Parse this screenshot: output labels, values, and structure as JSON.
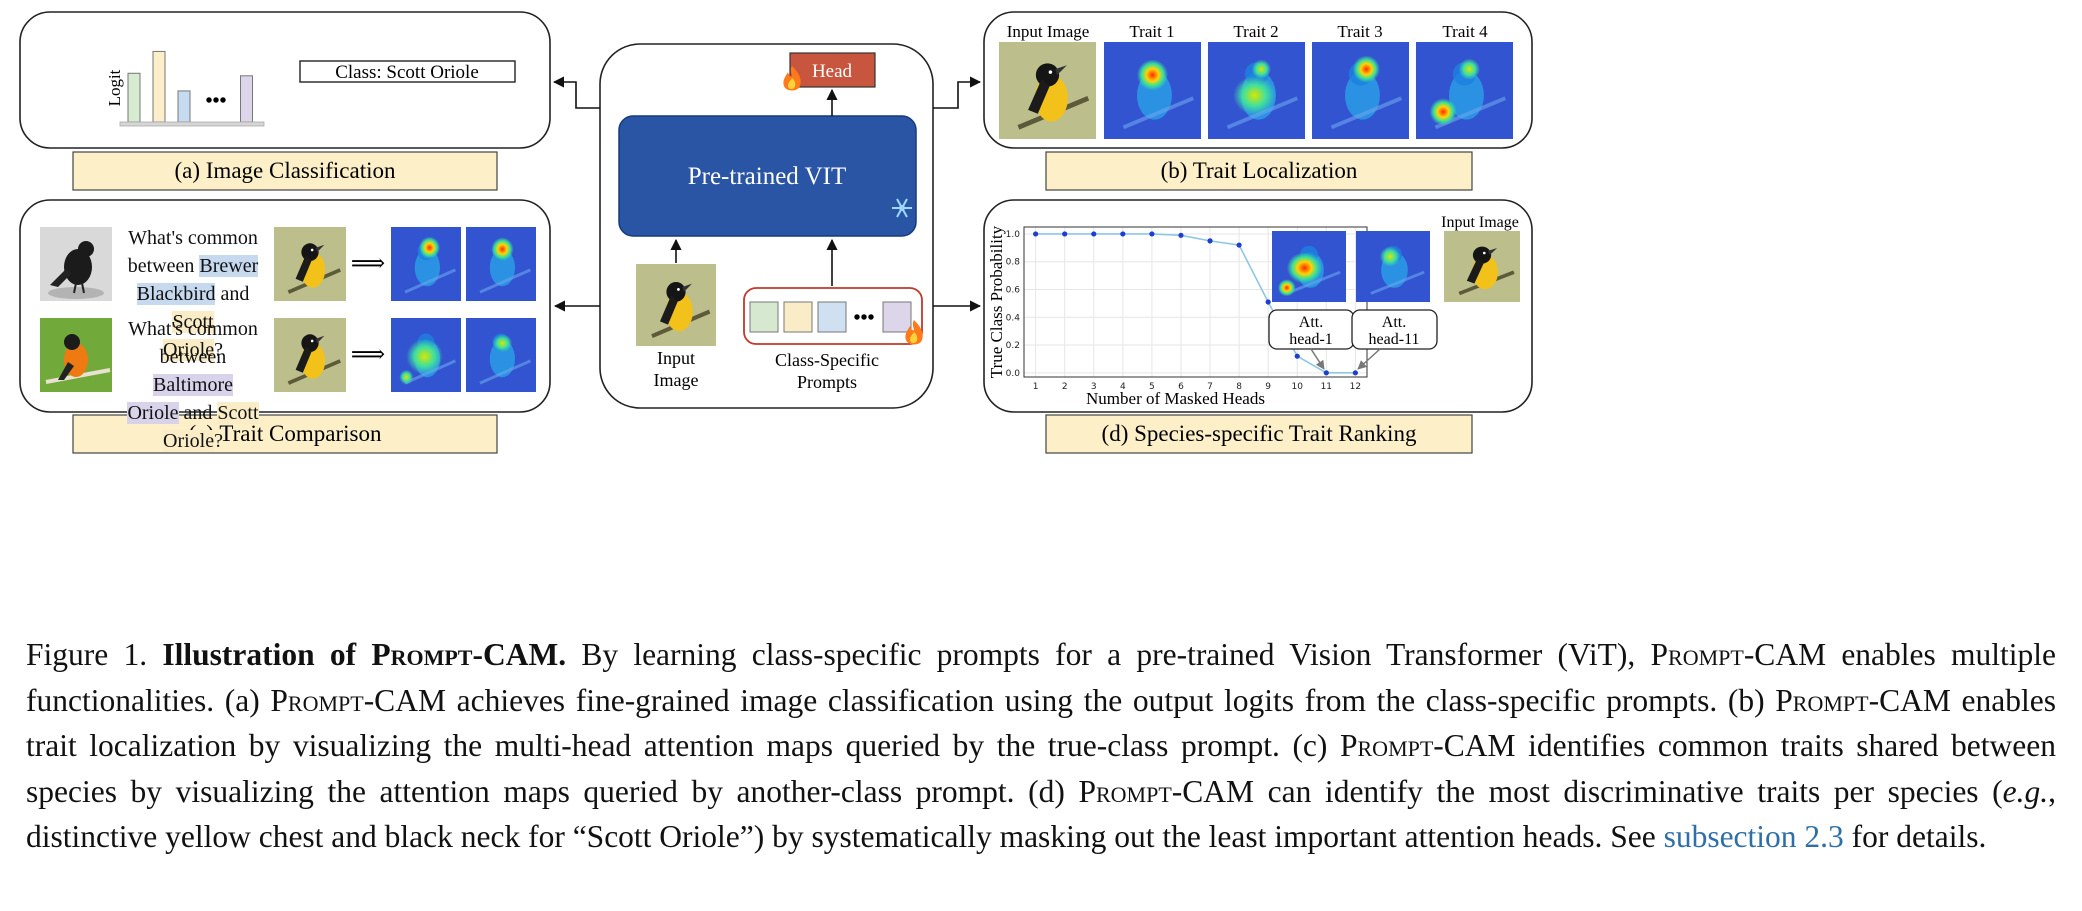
{
  "center": {
    "head_label": "Head",
    "vit_label": "Pre-trained VIT",
    "input_image_label": [
      "Input",
      "Image"
    ],
    "prompts_label": [
      "Class-Specific",
      "Prompts"
    ],
    "prompt_colors": [
      "#d6e9d0",
      "#fbecc8",
      "#cfe1f1",
      "#ddd5ea"
    ],
    "fire_icon": "fire-icon",
    "snowflake_icon": "snowflake-icon"
  },
  "panel_a": {
    "caption": "(a) Image Classification",
    "ylabel": "Logit",
    "class_text": "Class: Scott Oriole",
    "bars": [
      {
        "value": 0.58,
        "color": "#d7ebd1"
      },
      {
        "value": 0.84,
        "color": "#fbeec8"
      },
      {
        "value": 0.37,
        "color": "#c7dbf0"
      },
      {
        "value": 0.55,
        "color": "#ddd5ea"
      }
    ],
    "ellipsis": "•••"
  },
  "panel_b": {
    "caption": "(b) Trait Localization",
    "labels": [
      "Input Image",
      "Trait 1",
      "Trait 2",
      "Trait 3",
      "Trait 4"
    ]
  },
  "panel_c": {
    "caption": "(c) Trait Comparison",
    "row1": {
      "line1": "What's common",
      "pre": "between ",
      "hl1": "Brewer",
      "hl1b": "Blackbird",
      "mid": " and ",
      "hl2": "Scott",
      "hl2b": "Oriole",
      "end": "?"
    },
    "row2": {
      "line1": "What's common",
      "pre": "between ",
      "hl1": "Baltimore",
      "hl1b": "Oriole",
      "mid": " and ",
      "hl2": "Scott",
      "hl2b": "Oriole",
      "end": "?"
    },
    "arrow_glyph": "⟹"
  },
  "panel_d": {
    "caption": "(d) Species-specific Trait Ranking",
    "input_image_label": "Input Image",
    "callouts": [
      [
        "Att.",
        "head-1"
      ],
      [
        "Att.",
        "head-11"
      ]
    ]
  },
  "chart_data": {
    "type": "line",
    "xlabel": "Number of Masked Heads",
    "ylabel": "True Class Probability",
    "x": [
      1,
      2,
      3,
      4,
      5,
      6,
      7,
      8,
      9,
      10,
      11,
      12
    ],
    "series": [
      {
        "values": [
          1.0,
          1.0,
          1.0,
          1.0,
          1.0,
          0.99,
          0.95,
          0.92,
          0.51,
          0.12,
          0.0,
          0.0
        ]
      }
    ],
    "xlim": [
      0.6,
      12.4
    ],
    "ylim": [
      -0.03,
      1.05
    ],
    "yticks": [
      "0.0",
      "0.2",
      "0.4",
      "0.6",
      "0.8",
      "1.0"
    ],
    "xticks": [
      "1",
      "2",
      "3",
      "4",
      "5",
      "6",
      "7",
      "8",
      "9",
      "10",
      "11",
      "12"
    ],
    "grid": true,
    "line_color": "#8ec6e6",
    "marker_color": "#1c3fd0"
  },
  "caption": {
    "fig": "Figure 1. ",
    "bold_lead": "Illustration of ",
    "bold_name": "Prompt-CAM.",
    "s1": " By learning class-specific prompts for a pre-trained Vision Transformer (ViT), ",
    "name": "Prompt-CAM",
    "s2": " enables multiple functionalities. (a) ",
    "s3": " achieves fine-grained image classification using the output logits from the class-specific prompts. (b) ",
    "s4": " enables trait localization by visualizing the multi-head attention maps queried by the true-class prompt. (c) ",
    "s5": " identifies common traits shared between species by visualizing the attention maps queried by another-class prompt. (d) ",
    "s6": " can identify the most discriminative traits per species (",
    "eg": "e.g.",
    "s7": ", distinctive yellow chest and black neck for “Scott Oriole”) by systematically masking out the least important attention heads. See ",
    "link": "subsection 2.3",
    "s8": " for details."
  }
}
